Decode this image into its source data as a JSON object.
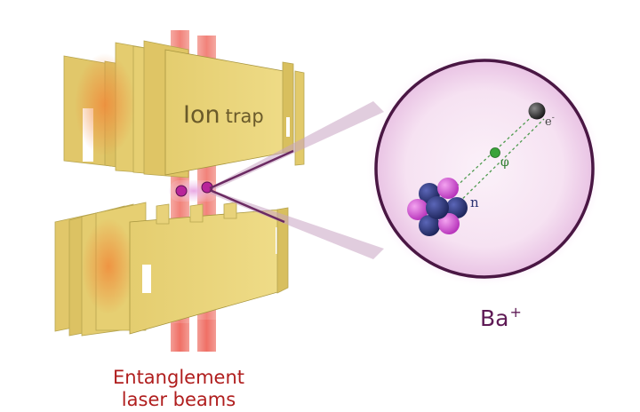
{
  "trap_label": {
    "main": "Ion",
    "sub": "trap"
  },
  "caption": {
    "line1": "Entanglement",
    "line2": "laser beams"
  },
  "ion": {
    "element": "Ba",
    "charge": "+"
  },
  "atom_labels": {
    "electron": "e",
    "electron_sup": "-",
    "phi": "φ",
    "nucleus": "n"
  },
  "colors": {
    "plate": "#e8d37a",
    "plate_edge": "#a89640",
    "laser": "#f07a6e",
    "orbit_fill": "#f7e4f3",
    "orbit_ring": "#4a1744",
    "caption": "#b01e1e",
    "ion_label": "#5e1a55",
    "proton": "#d24fd2",
    "neutron": "#2a3273",
    "electron": "#222222",
    "phi_particle": "#3aa33a"
  },
  "icons": [
    "ion-trap-electrode",
    "laser-beam",
    "trapped-ion",
    "atom-nucleus",
    "electron-icon"
  ]
}
